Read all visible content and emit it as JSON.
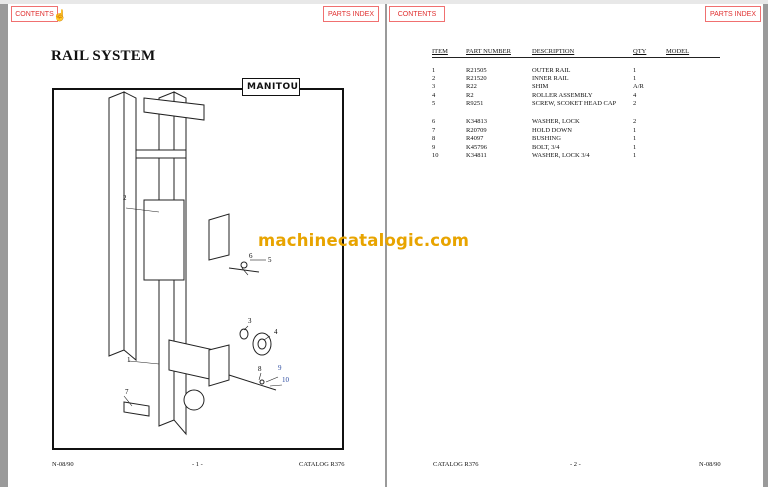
{
  "nav": {
    "contents_label": "CONTENTS",
    "parts_index_label": "PARTS INDEX"
  },
  "page1": {
    "title": "RAIL SYSTEM",
    "logo_text": "MANITOU",
    "callouts": [
      "1",
      "2",
      "3",
      "4",
      "5",
      "6",
      "7",
      "8",
      "9",
      "10"
    ],
    "footer": {
      "left": "N-08/90",
      "center": "- 1 -",
      "right": "CATALOG R376"
    }
  },
  "page2": {
    "headers": {
      "item": "ITEM",
      "part_number": "PART NUMBER",
      "description": "DESCRIPTION",
      "qty": "QTY",
      "model": "MODEL"
    },
    "rows": [
      {
        "item": "1",
        "part": "R21505",
        "desc": "OUTER RAIL",
        "qty": "1"
      },
      {
        "item": "2",
        "part": "R21520",
        "desc": "INNER RAIL",
        "qty": "1"
      },
      {
        "item": "3",
        "part": "R22",
        "desc": "SHIM",
        "qty": "A/R"
      },
      {
        "item": "4",
        "part": "R2",
        "desc": "ROLLER ASSEMBLY",
        "qty": "4"
      },
      {
        "item": "5",
        "part": "R9251",
        "desc": "SCREW, SCOKET HEAD CAP",
        "qty": "2"
      },
      {
        "item": "6",
        "part": "K34813",
        "desc": "WASHER, LOCK",
        "qty": "2"
      },
      {
        "item": "7",
        "part": "R20709",
        "desc": "HOLD DOWN",
        "qty": "1"
      },
      {
        "item": "8",
        "part": "R4097",
        "desc": "BUSHING",
        "qty": "1"
      },
      {
        "item": "9",
        "part": "K45796",
        "desc": "BOLT, 3/4",
        "qty": "1"
      },
      {
        "item": "10",
        "part": "K34811",
        "desc": "WASHER, LOCK 3/4",
        "qty": "1"
      }
    ],
    "footer": {
      "left": "CATALOG R376",
      "center": "- 2 -",
      "right": "N-08/90"
    }
  },
  "watermark": "machinecatalogic.com",
  "colors": {
    "nav_border": "#f07070",
    "nav_text": "#e03030",
    "watermark": "#e8a400"
  }
}
